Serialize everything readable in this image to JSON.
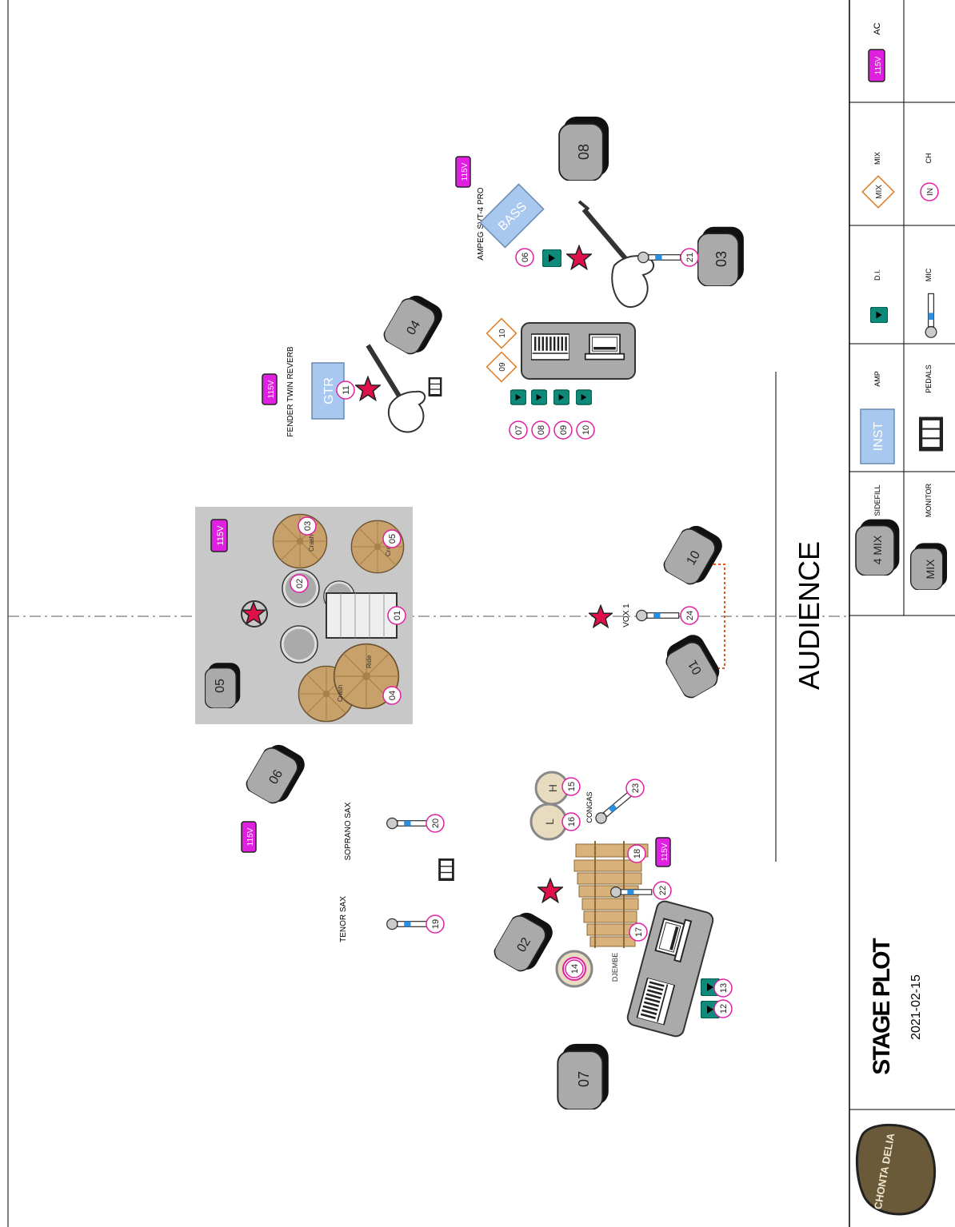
{
  "title": "STAGE PLOT",
  "date": "2021-02-15",
  "logo_text": "CHONTA DELIA",
  "audience_label": "AUDIENCE",
  "legend": {
    "ac": {
      "badge": "115V",
      "label": "AC"
    },
    "mix": {
      "badge": "MIX",
      "label": "MIX"
    },
    "ch": {
      "badge": "IN",
      "label": "CH"
    },
    "di": {
      "label": "D.I."
    },
    "mic": {
      "label": "MIC"
    },
    "amp": {
      "badge": "INST",
      "label": "AMP"
    },
    "pedals": {
      "label": "PEDALS"
    },
    "sidefill": {
      "badge": "MIX",
      "label": "SIDEFILL"
    },
    "monitor": {
      "badge": "MIX",
      "label": "MONITOR"
    }
  },
  "wedges": [
    "01",
    "02",
    "03",
    "04",
    "05",
    "06",
    "07",
    "08",
    "10"
  ],
  "wedge_sidefill_prefix": "4",
  "amps": {
    "bass": {
      "badge": "BASS",
      "caption": "AMPEG SVT-4 PRO"
    },
    "gtr": {
      "badge": "GTR",
      "caption": "FENDER TWIN REVERB"
    }
  },
  "power_label": "115V",
  "channels": [
    "01",
    "02",
    "03",
    "04",
    "05",
    "06",
    "07",
    "08",
    "09",
    "10",
    "11",
    "12",
    "13",
    "14",
    "15",
    "16",
    "17",
    "18",
    "19",
    "20",
    "21",
    "22",
    "23",
    "24"
  ],
  "mix_markers": [
    "09",
    "10"
  ],
  "instrument_labels": {
    "soprano_sax": "SOPRANO SAX",
    "tenor_sax": "TENOR SAX",
    "congas": "CONGAS",
    "djembe": "DJEMBE",
    "vox": "VOX 1",
    "hihat": "H",
    "low": "L",
    "crash": "Crash",
    "ride": "Ride"
  },
  "colors": {
    "ac": "#e020e0",
    "di": "#0e8a7a",
    "ch_ring": "#e020a0",
    "amp": "#a8c8f0",
    "star": "#e0104a",
    "mix_marker": "#e07a20"
  }
}
